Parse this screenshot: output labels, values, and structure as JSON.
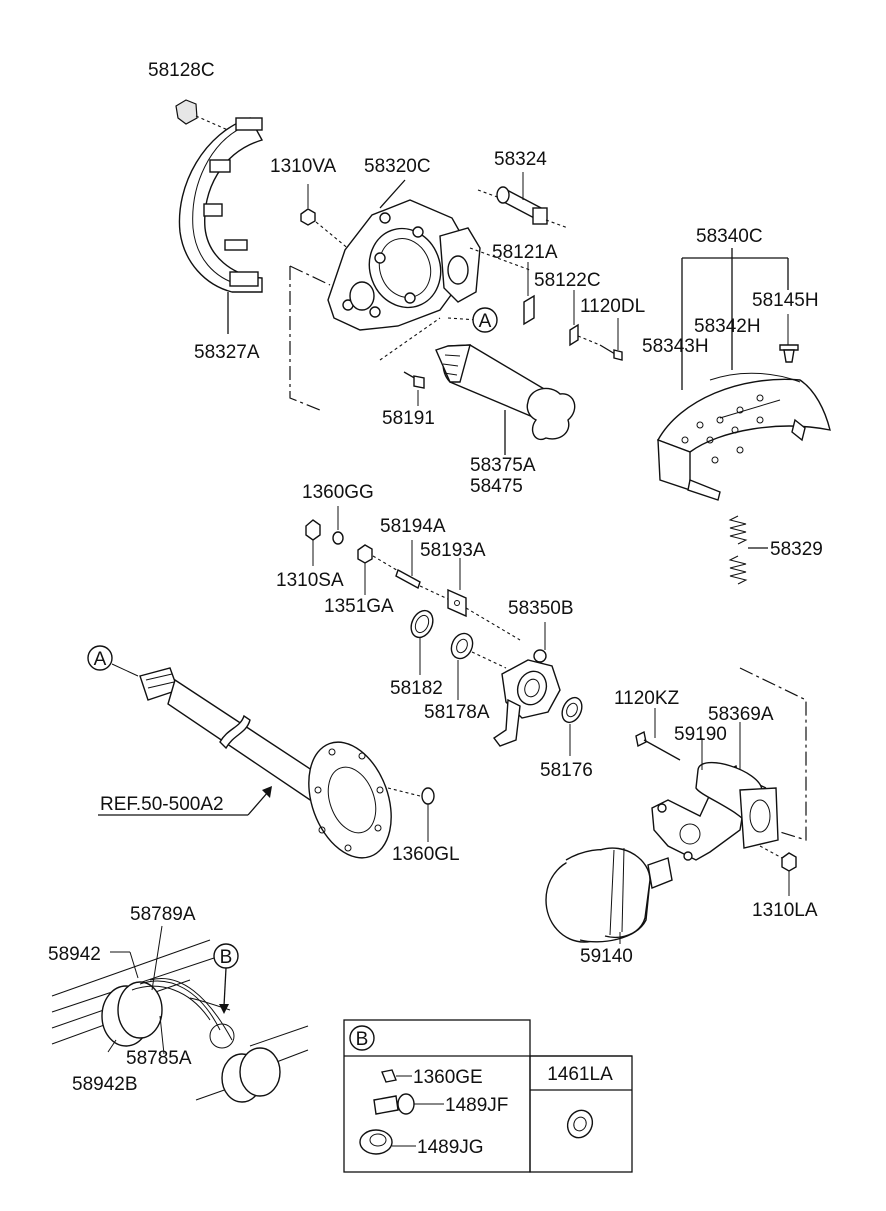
{
  "labels": {
    "p58128C": "58128C",
    "p58327A": "58327A",
    "p1310VA": "1310VA",
    "p58320C": "58320C",
    "p58324": "58324",
    "p58121A": "58121A",
    "p58122C": "58122C",
    "p1120DL": "1120DL",
    "p58191": "58191",
    "p58375A": "58375A",
    "p58475": "58475",
    "p58340C": "58340C",
    "p58145H": "58145H",
    "p58342H": "58342H",
    "p58343H": "58343H",
    "p58329": "58329",
    "p1360GG": "1360GG",
    "p58194A": "58194A",
    "p58193A": "58193A",
    "p1310SA": "1310SA",
    "p1351GA": "1351GA",
    "p58350B": "58350B",
    "p58182": "58182",
    "p58178A": "58178A",
    "p58176": "58176",
    "p1120KZ": "1120KZ",
    "p58369A": "58369A",
    "p59190": "59190",
    "p1360GL": "1360GL",
    "p1310LA": "1310LA",
    "p59140": "59140",
    "ref": "REF.50-500A2",
    "p58789A": "58789A",
    "p58942": "58942",
    "p58785A": "58785A",
    "p58942B": "58942B",
    "callout_a": "A",
    "callout_b": "B"
  },
  "detail_table": {
    "header_callout": "B",
    "col2_header": "1461LA",
    "items": [
      "1360GE",
      "1489JF",
      "1489JG"
    ]
  }
}
